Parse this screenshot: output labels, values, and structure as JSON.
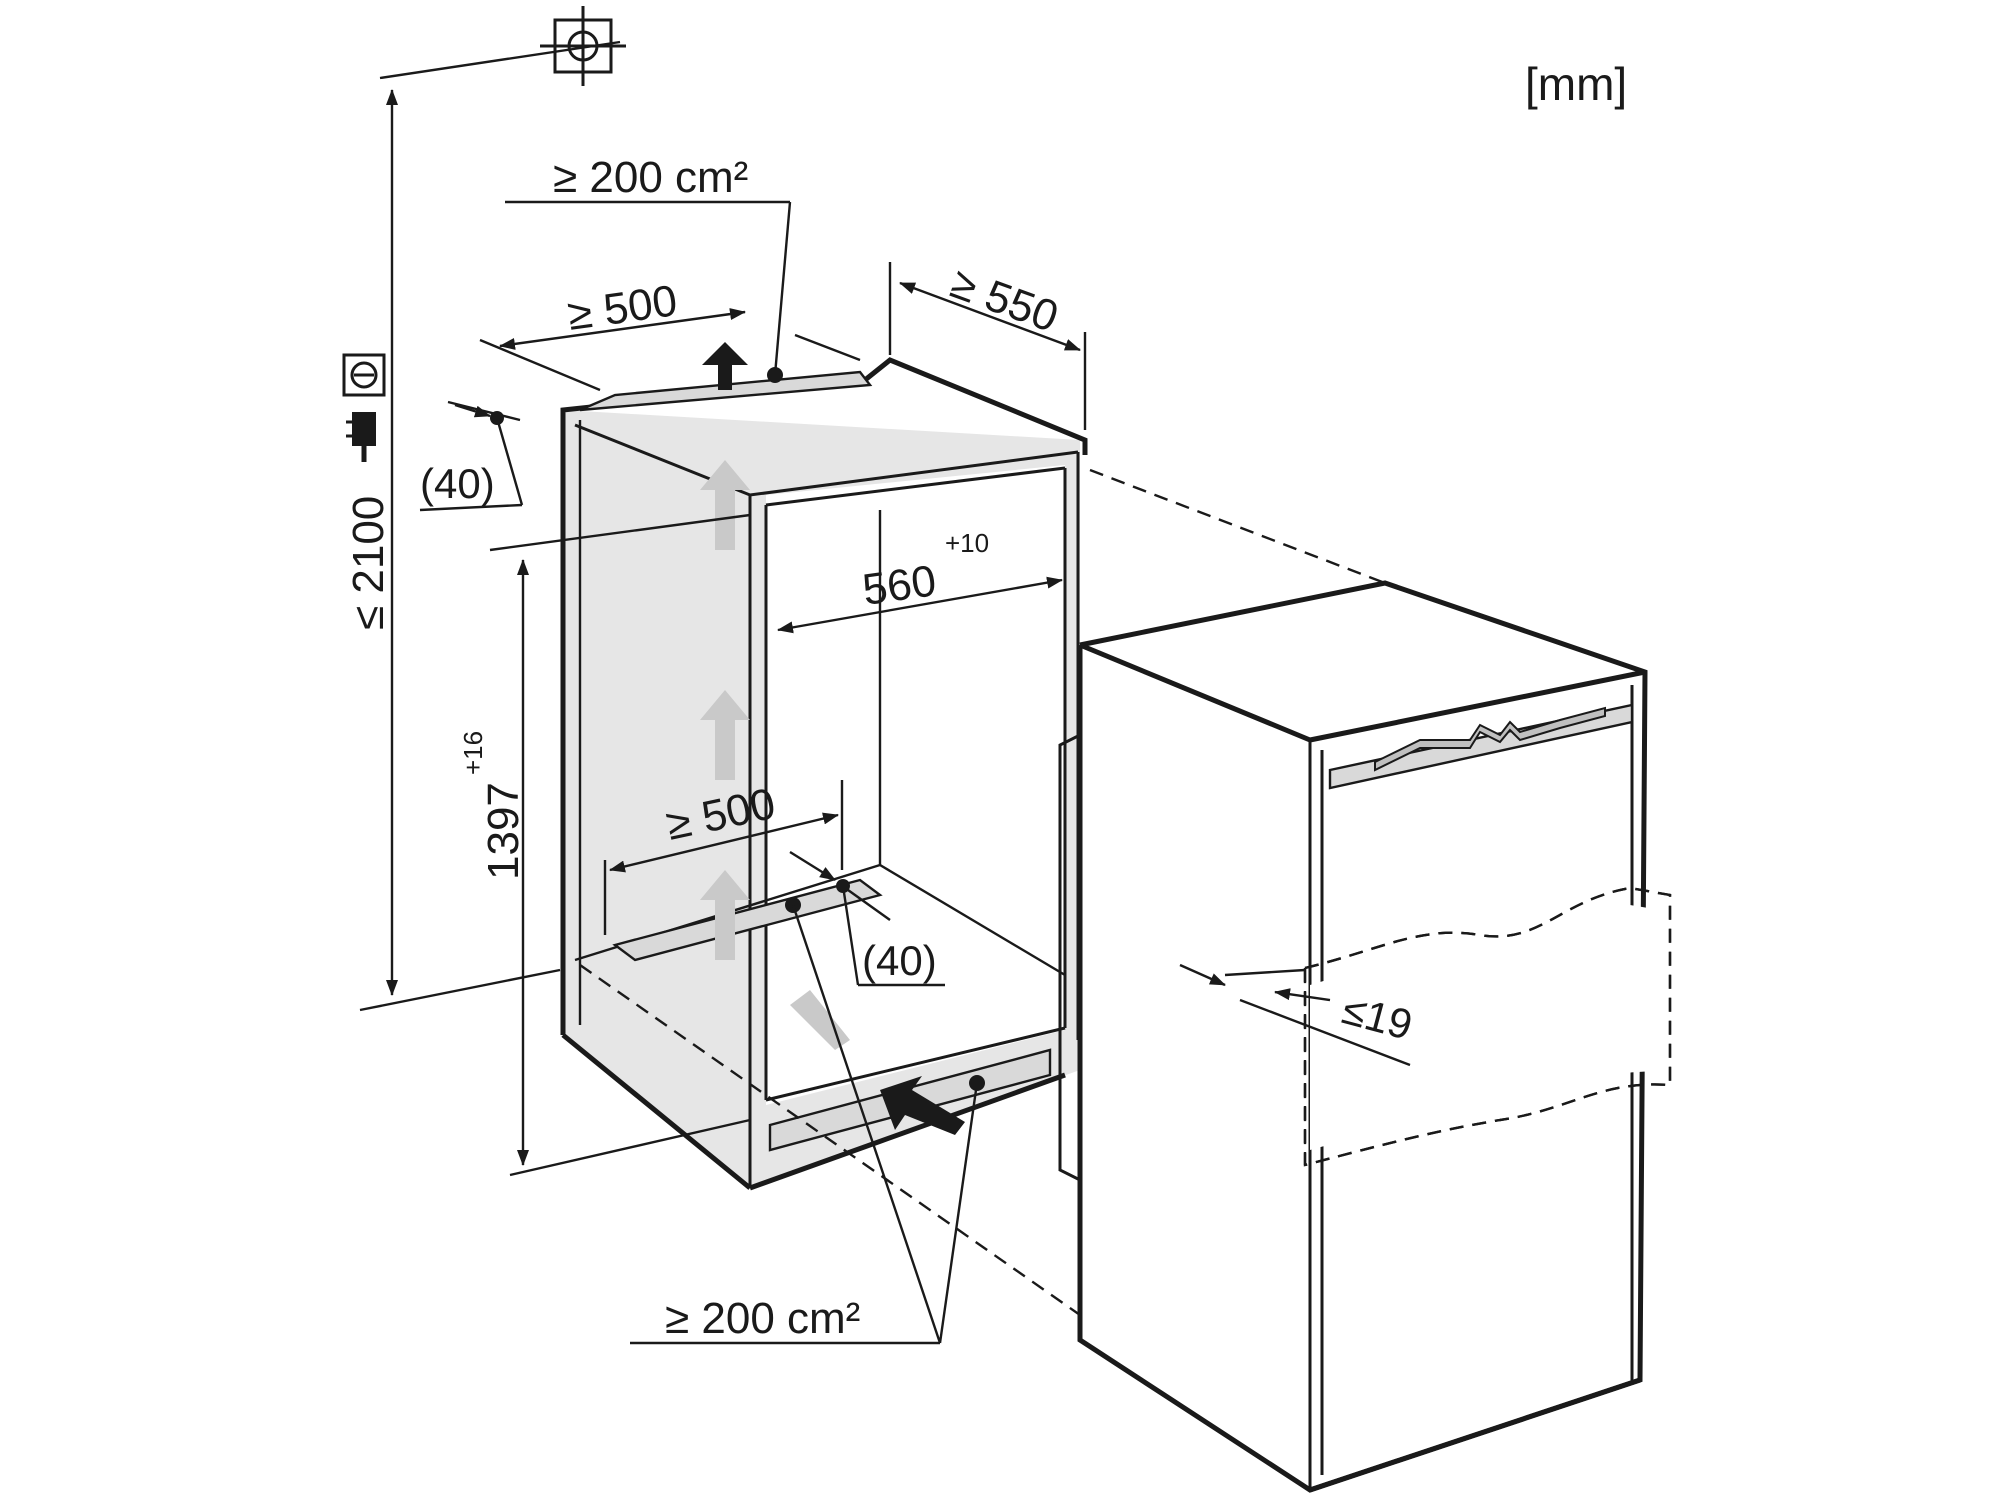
{
  "unit_label": "[mm]",
  "dimensions": {
    "max_height": "≤ 2100",
    "niche_height": "1397",
    "niche_height_tolerance": "+16",
    "niche_width": "560",
    "niche_width_tolerance": "+10",
    "depth": "≥ 550",
    "top_vent_width": "≥ 500",
    "bottom_vent_width": "≥ 500",
    "top_vent_offset": "(40)",
    "bottom_vent_offset": "(40)",
    "door_thickness": "≤19",
    "top_vent_area": "≥ 200 cm²",
    "bottom_vent_area": "≥ 200 cm²"
  },
  "colors": {
    "line": "#1a1a1a",
    "niche_fill": "#e6e6e6",
    "ghost_arrow": "#c9c9c9",
    "background": "#ffffff"
  },
  "icons": [
    "ceiling-outlet-icon",
    "wall-socket-icon",
    "power-plug-icon",
    "airflow-arrow-icon"
  ]
}
